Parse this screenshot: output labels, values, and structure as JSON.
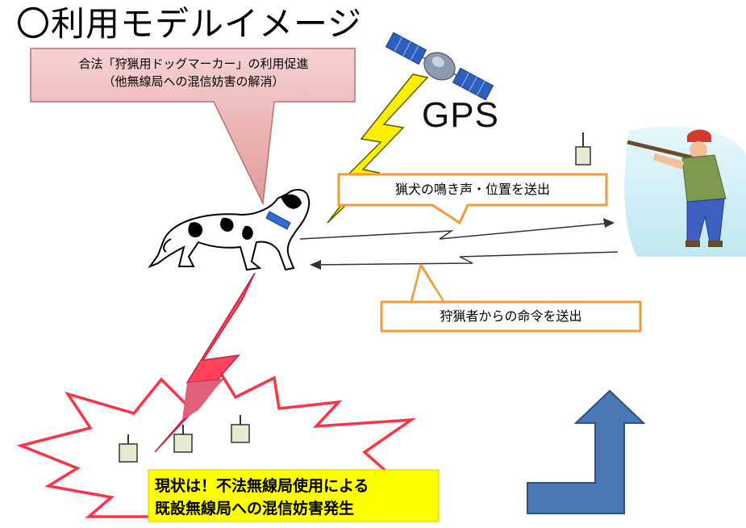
{
  "title": "〇利用モデルイメージ",
  "callouts": {
    "legal_line1": "合法「狩猟用ドッグマーカー」の利用促進",
    "legal_line2": "（他無線局への混信妨害の解消）",
    "dog_signal": "猟犬の鳴き声・位置を送出",
    "hunter_command": "狩猟者からの命令を送出",
    "current_line1": "現状は！不法無線局使用による",
    "current_line2": "既設無線局への混信妨害発生"
  },
  "gps_label": "GPS",
  "colors": {
    "pink_callout": "#e7a6a6",
    "orange_border": "#f39a3a",
    "yellow_note": "#ffff00",
    "red_burst": "#ff3344",
    "blue_arrow": "#4a78b5",
    "lightning_yellow": "#ffee00"
  }
}
